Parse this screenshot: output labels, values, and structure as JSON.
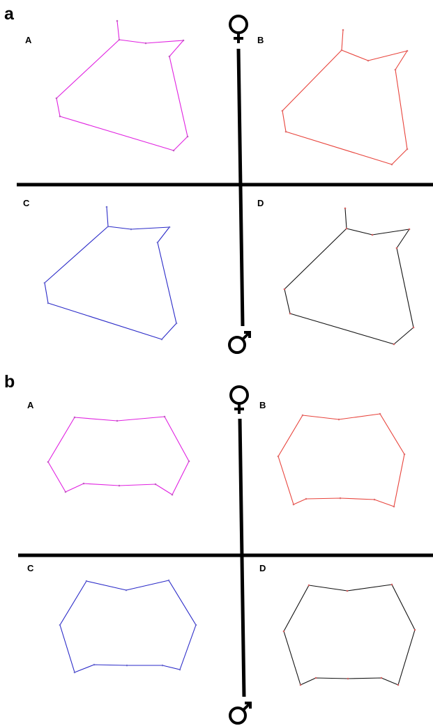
{
  "panels": [
    {
      "letter": "a",
      "quadrants": [
        {
          "label": "A",
          "color": "#e020e0",
          "landmark_color": "#c060c0",
          "shape": "wing-tip"
        },
        {
          "label": "B",
          "color": "#e8443c",
          "landmark_color": "#e07070",
          "shape": "wing-tip"
        },
        {
          "label": "C",
          "color": "#2a2ac8",
          "landmark_color": "#7070d0",
          "shape": "wing-tip"
        },
        {
          "label": "D",
          "color": "#111111",
          "landmark_color": "#d06060",
          "shape": "wing-tip"
        }
      ],
      "top_symbol": "female-symbol-icon",
      "bottom_symbol": "male-symbol-icon"
    },
    {
      "letter": "b",
      "quadrants": [
        {
          "label": "A",
          "color": "#e020e0",
          "landmark_color": "#c060c0",
          "shape": "wing-base"
        },
        {
          "label": "B",
          "color": "#e8443c",
          "landmark_color": "#e07070",
          "shape": "wing-base"
        },
        {
          "label": "C",
          "color": "#2a2ac8",
          "landmark_color": "#7070d0",
          "shape": "wing-base"
        },
        {
          "label": "D",
          "color": "#111111",
          "landmark_color": "#d06060",
          "shape": "wing-base"
        }
      ],
      "top_symbol": "female-symbol-icon",
      "bottom_symbol": "male-symbol-icon"
    }
  ]
}
